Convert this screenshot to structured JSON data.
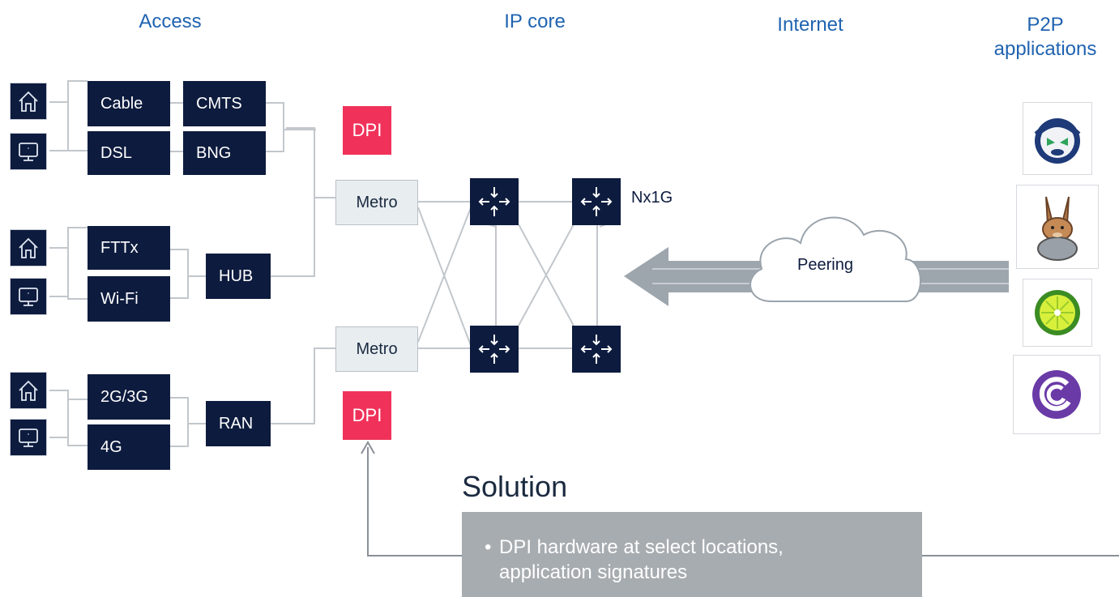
{
  "headers": {
    "access": "Access",
    "ip_core": "IP core",
    "internet": "Internet",
    "p2p": "P2P applications"
  },
  "access_groups": [
    {
      "tech": [
        "Cable",
        "DSL"
      ],
      "aggregator": [
        "CMTS",
        "BNG"
      ]
    },
    {
      "tech": [
        "FTTx",
        "Wi-Fi"
      ],
      "aggregator": [
        "HUB"
      ]
    },
    {
      "tech": [
        "2G/3G",
        "4G"
      ],
      "aggregator": [
        "RAN"
      ]
    }
  ],
  "customer_icons": [
    "home-icon",
    "monitor-icon"
  ],
  "metro": [
    "Metro",
    "Metro"
  ],
  "dpi": [
    "DPI",
    "DPI"
  ],
  "core_link_label": "Nx1G",
  "cloud_label": "Peering",
  "apps": [
    "napster-icon",
    "emule-icon",
    "limewire-icon",
    "bittorrent-icon"
  ],
  "solution": {
    "title": "Solution",
    "bullet": "DPI hardware at select locations, application signatures"
  },
  "colors": {
    "navy": "#0d1b3e",
    "header_blue": "#1f63b0",
    "dpi_red": "#f0325a",
    "solution_grey": "#a7acb0",
    "metro_fill": "#e8edf0"
  }
}
